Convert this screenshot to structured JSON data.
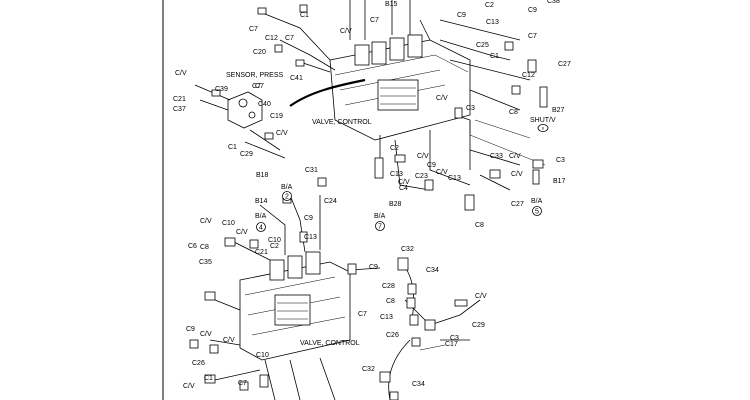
{
  "diagram": {
    "title_labels": {
      "valve_control_upper": "VALVE, CONTROL",
      "valve_control_lower": "VALVE, CONTROL",
      "sensor_press": "SENSOR, PRESS",
      "shut_v": "SHUT/V"
    },
    "part_labels": [
      "C7",
      "C1",
      "C7",
      "B15",
      "C9",
      "C2",
      "C13",
      "C9",
      "C38",
      "C12",
      "C7",
      "C25",
      "C7",
      "C1",
      "C27",
      "C20",
      "C41",
      "C7",
      "C12",
      "C21",
      "C37",
      "C39",
      "C7",
      "C40",
      "C19",
      "C1",
      "C29",
      "C3",
      "B27",
      "C8",
      "C2",
      "C13",
      "C9",
      "C23",
      "C4",
      "C13",
      "C33",
      "C3",
      "B17",
      "C10",
      "C6",
      "B28",
      "C27",
      "C8",
      "B18",
      "C31",
      "C24",
      "B14",
      "C9",
      "C13",
      "C10",
      "C8",
      "C35",
      "C21",
      "C2",
      "C32",
      "C34",
      "C9",
      "C28",
      "C8",
      "C7",
      "C13",
      "C26",
      "C17",
      "C3",
      "C29",
      "C9",
      "C26",
      "C1",
      "C10",
      "C7",
      "C32",
      "C34"
    ],
    "cv_labels": [
      "C/V",
      "C/V",
      "C/V",
      "C/V",
      "C/V",
      "C/V",
      "C/V",
      "C/V",
      "C/V",
      "C/V",
      "C/V",
      "C/V",
      "C/V",
      "C/V",
      "C/V"
    ],
    "ba_labels": [
      "B/A",
      "B/A",
      "B/A",
      "B/A"
    ],
    "circle_numbers": [
      "2",
      "4",
      "5",
      "7",
      "6"
    ]
  }
}
